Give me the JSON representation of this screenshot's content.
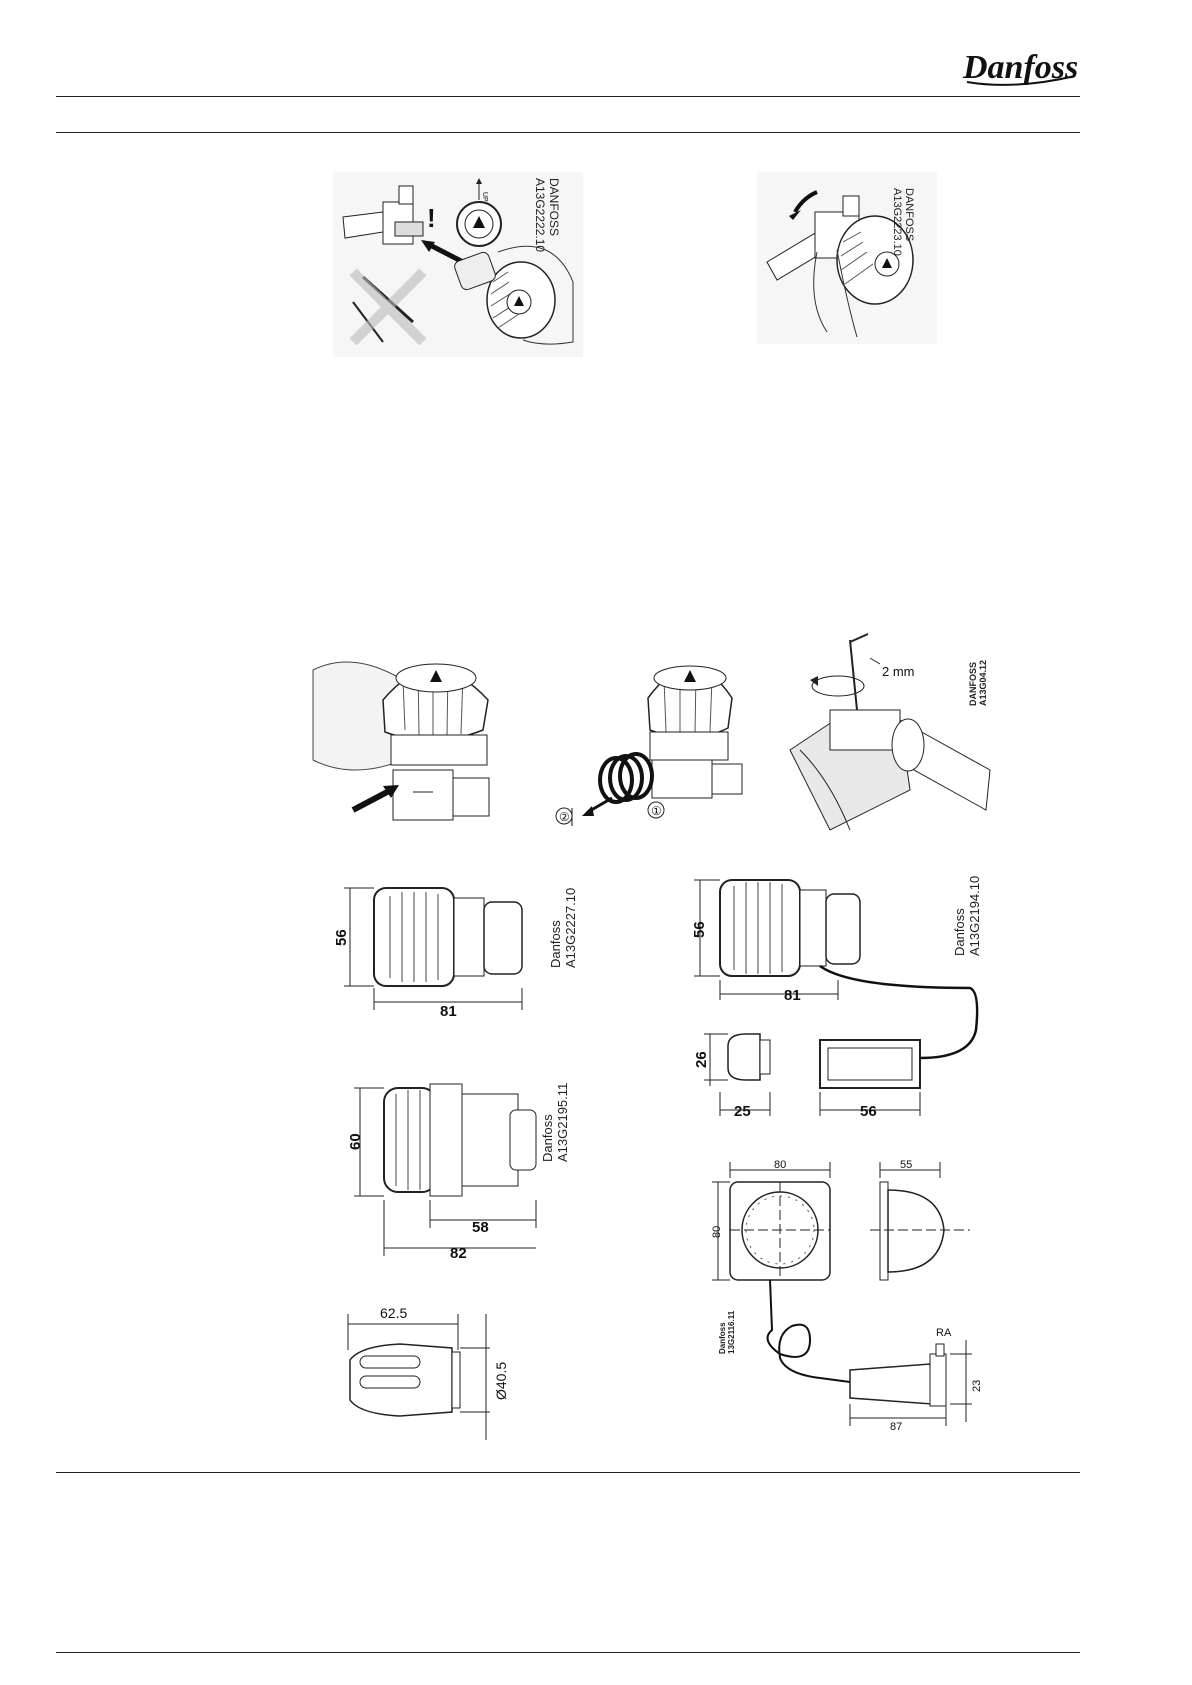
{
  "header": {
    "brand": "Danfoss"
  },
  "figures": {
    "mount_left": {
      "code1": "DANFOSS",
      "code2": "A13G2222.10",
      "up_label": "UP"
    },
    "mount_right": {
      "code1": "DANFOSS",
      "code2": "A13G2223.10"
    },
    "limit_right": {
      "code1": "DANFOSS",
      "code2": "A13G04.12",
      "hex_label": "2  mm"
    },
    "limit_mid": {
      "step1": "①",
      "step2": "②"
    },
    "dim_a": {
      "code1": "Danfoss",
      "code2": "A13G2227.10",
      "height": "56",
      "length": "81"
    },
    "dim_b": {
      "code1": "Danfoss",
      "code2": "A13G2194.10",
      "height": "56",
      "length": "81",
      "sensor_h": "26",
      "sensor_w": "25",
      "box_w": "56"
    },
    "dim_c": {
      "code1": "Danfoss",
      "code2": "A13G2195.11",
      "height": "60",
      "len1": "58",
      "len2": "82"
    },
    "dim_d": {
      "length": "62.5",
      "diameter": "Ø40.5"
    },
    "dim_e": {
      "code1": "Danfoss",
      "code2": "13G2116.11",
      "w": "80",
      "h": "80",
      "depth": "55",
      "ra_label": "RA",
      "sensor_h": "23",
      "sensor_len": "87"
    }
  },
  "colors": {
    "ink": "#1a1a1a",
    "rule": "#222222"
  }
}
